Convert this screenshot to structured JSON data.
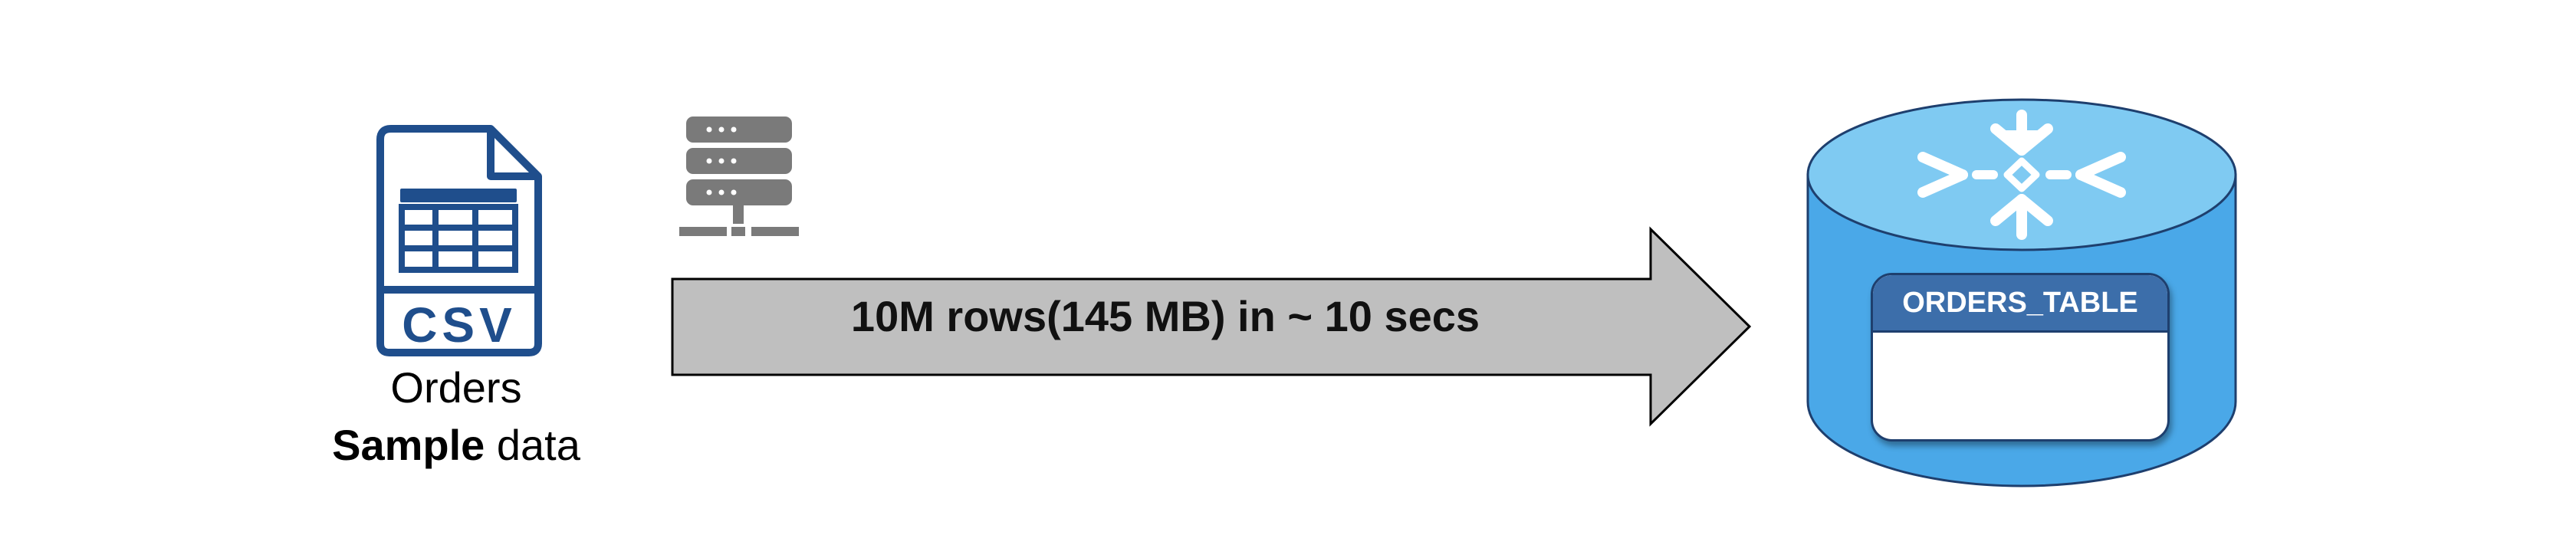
{
  "source": {
    "icon": "csv-file-icon",
    "icon_text": "CSV",
    "name": "Orders",
    "desc_strong": "Sample",
    "desc_rest": " data",
    "color": "#1f4e8c"
  },
  "server": {
    "icon": "server-icon",
    "color": "#7a7a7a"
  },
  "flow": {
    "label": "10M rows(145 MB) in ~ 10 secs",
    "arrow_color": "#bfbfbf"
  },
  "target": {
    "icon": "snowflake-icon",
    "table_name": "ORDERS_TABLE",
    "cylinder_color": "#4aa8e8",
    "cylinder_top_color": "#7fcaf2",
    "table_header_color": "#3c6eaa"
  }
}
